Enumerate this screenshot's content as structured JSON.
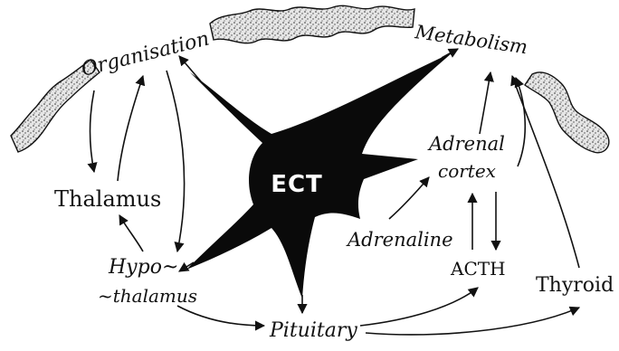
{
  "center": {
    "label": "ECT"
  },
  "nodes": {
    "organisation": "Organisation",
    "metabolism": "Metabolism",
    "thalamus": "Thalamus",
    "hypothalamus_1": "Hypo~",
    "hypothalamus_2": "~thalamus",
    "adrenal_cortex_1": "Adrenal",
    "adrenal_cortex_2": "cortex",
    "adrenaline": "Adrenaline",
    "acth": "ACTH",
    "pituitary": "Pituitary",
    "thyroid": "Thyroid"
  },
  "colors": {
    "ink": "#111111",
    "cortex_fill": "#d4d4d4",
    "background": "#ffffff"
  },
  "icons": {
    "center_shape": "star-blob",
    "cortex_band": "stippled-brain-cortex"
  }
}
